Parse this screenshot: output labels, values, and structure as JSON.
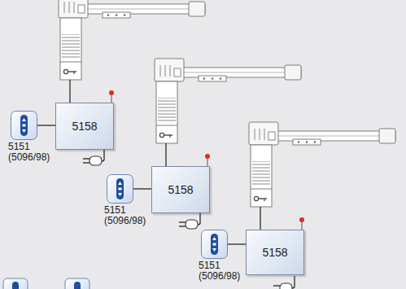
{
  "diagram": {
    "nodes": [
      {
        "text": [
          "5151 (5096/98)"
        ]
      },
      {
        "text": [
          "5158"
        ]
      },
      {
        "text": [
          "5151 (5096/98)"
        ]
      },
      {
        "text": [
          "5158"
        ]
      },
      {
        "text": [
          "5151 (5096/98)"
        ]
      },
      {
        "text": [
          "5158"
        ]
      }
    ],
    "edges": [
      {
        "from": 0,
        "to": 1,
        "arrow": "none"
      },
      {
        "from": 2,
        "to": 3,
        "arrow": "none"
      },
      {
        "from": 4,
        "to": 5,
        "arrow": "none"
      }
    ]
  }
}
